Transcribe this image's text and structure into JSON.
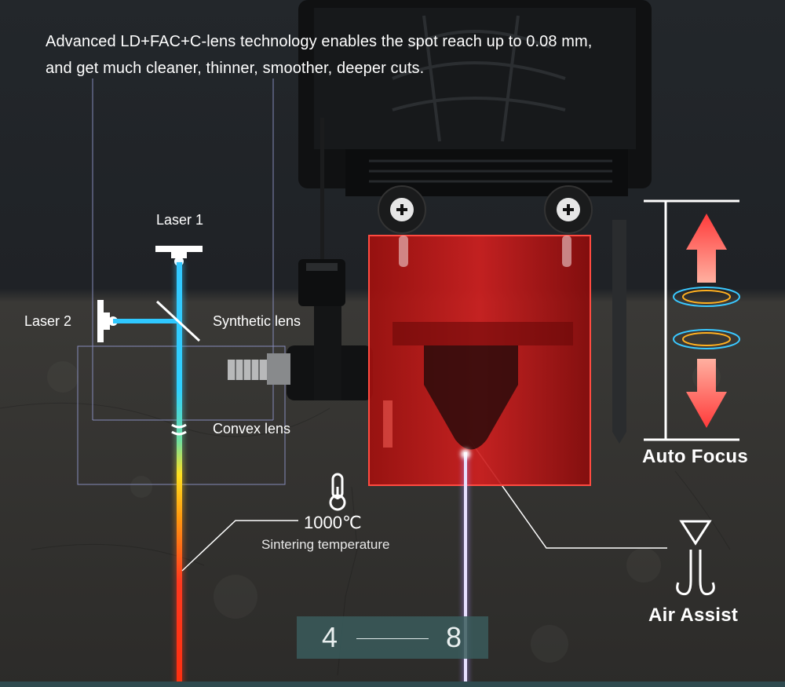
{
  "headline": {
    "line1": "Advanced LD+FAC+C-lens technology enables the spot reach up to 0.08 mm,",
    "line2": "and get much cleaner, thinner, smoother, deeper cuts."
  },
  "diagram": {
    "laser1": "Laser 1",
    "laser2": "Laser 2",
    "synthetic_lens": "Synthetic lens",
    "convex_lens": "Convex lens",
    "temperature": "1000℃",
    "temperature_caption": "Sintering temperature"
  },
  "features": {
    "auto_focus": "Auto Focus",
    "air_assist": "Air Assist"
  },
  "pager": {
    "start": "4",
    "end": "8"
  },
  "icons": {
    "thermometer": "thermometer-icon",
    "air_assist": "air-nozzle-icon",
    "auto_focus": "up-down-arrows-icon"
  }
}
